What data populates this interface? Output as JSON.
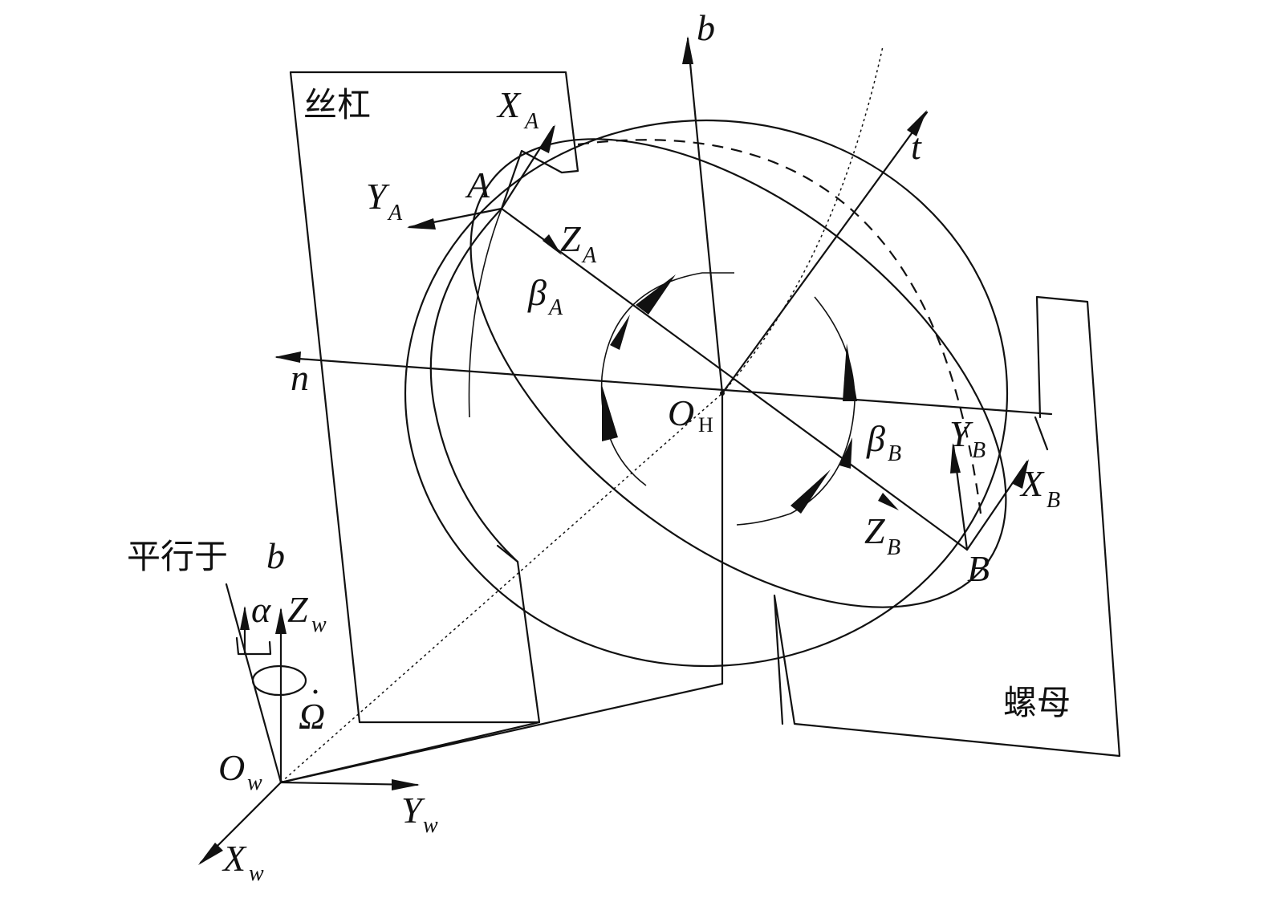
{
  "labels": {
    "b": "b",
    "t": "t",
    "n": "n",
    "XA_main": "X",
    "XA_sub": "A",
    "YA_main": "Y",
    "YA_sub": "A",
    "ZA_main": "Z",
    "ZA_sub": "A",
    "A": "A",
    "betaA_main": "β",
    "betaA_sub": "A",
    "OH_main": "O",
    "OH_sub": "H",
    "betaB_main": "β",
    "betaB_sub": "B",
    "YB_main": "Y",
    "YB_sub": "B",
    "XB_main": "X",
    "XB_sub": "B",
    "ZB_main": "Z",
    "ZB_sub": "B",
    "B": "B",
    "alpha": "α",
    "Zw_main": "Z",
    "Zw_sub": "w",
    "Omega": "Ω",
    "Ow_main": "O",
    "Ow_sub": "w",
    "Yw_main": "Y",
    "Yw_sub": "w",
    "Xw_main": "X",
    "Xw_sub": "w",
    "parallel_b_cn": "平行于",
    "parallel_b_var": "b"
  },
  "parts": {
    "screw": "丝杠",
    "nut": "螺母"
  }
}
